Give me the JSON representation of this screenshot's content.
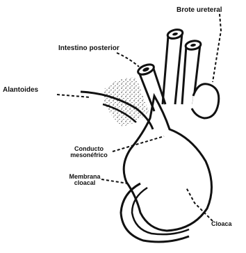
{
  "labels": {
    "brote_ureteral": "Brote ureteral",
    "intestino_posterior": "Intestino posterior",
    "alantoides": "Alantoides",
    "conducto_line1": "Conducto",
    "conducto_line2": "mesonéfrico",
    "membrana_line1": "Membrana",
    "membrana_line2": "cloacal",
    "cloaca": "Cloaca"
  }
}
